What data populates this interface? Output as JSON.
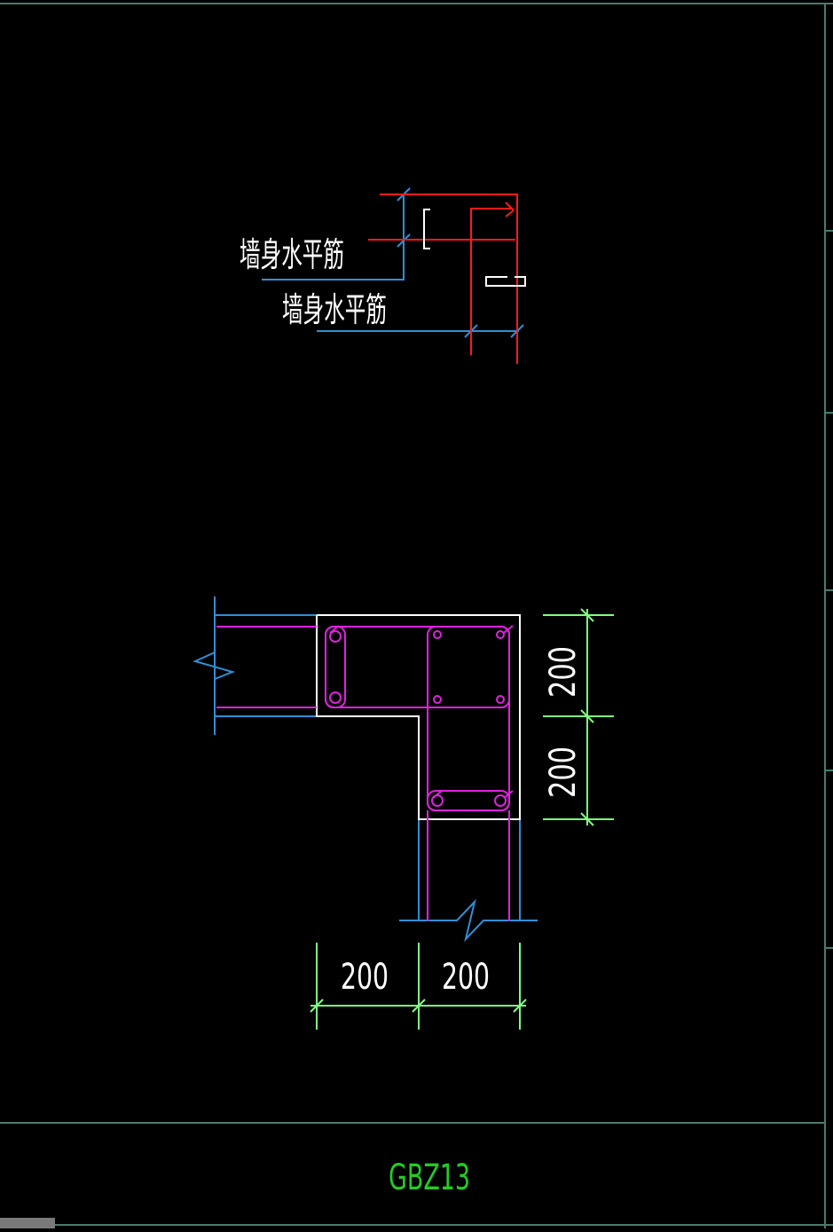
{
  "annotations": {
    "label_upper": "墙身水平筋",
    "label_lower": "墙身水平筋",
    "hook_mark": "C"
  },
  "dimensions": {
    "right_top": "200",
    "right_bottom": "200",
    "bottom_left": "200",
    "bottom_right": "200"
  },
  "title_block": {
    "drawing_id": "GBZ13"
  },
  "colors": {
    "background": "#000000",
    "frame": "#4a7a6e",
    "outline": "#ffffff",
    "rebar_detail": "#ff1a1a",
    "leader": "#2f8fd6",
    "stirrup": "#e020e0",
    "dimension": "#7fff7f",
    "title": "#22cc22"
  }
}
